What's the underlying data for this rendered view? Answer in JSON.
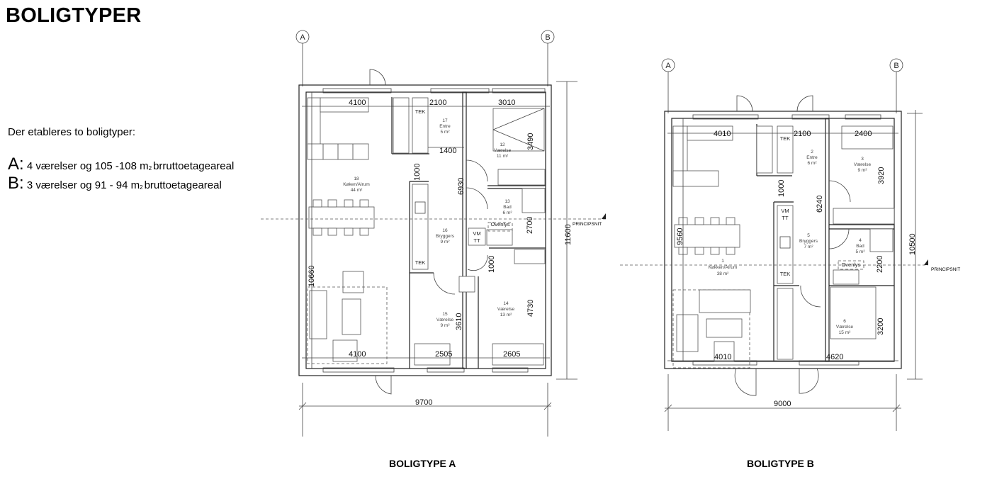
{
  "title": "BOLIGTYPER",
  "intro": "Der etableres to boligtyper:",
  "types": [
    {
      "letter": "A:",
      "text": "4 værelser og 105 -108 m",
      "sub": "2",
      "rest": "brruttoetageareal"
    },
    {
      "letter": "B:",
      "text": "3 værelser og 91 - 94 m",
      "sub": "2",
      "rest": "bruttoetageareal"
    }
  ],
  "plan_a": {
    "caption": "BOLIGTYPE A",
    "grid": [
      "A",
      "B"
    ],
    "section": "PRINCIPSNIT",
    "rooms": [
      {
        "num": "18",
        "name": "Køken/Alrum",
        "area": "44 m²"
      },
      {
        "num": "17",
        "name": "Entre",
        "area": "5 m²"
      },
      {
        "num": "12",
        "name": "Værelse",
        "area": "11 m²"
      },
      {
        "num": "13",
        "name": "Bad",
        "area": "6 m²"
      },
      {
        "num": "16",
        "name": "Bryggers",
        "area": "9 m²"
      },
      {
        "num": "15",
        "name": "Værelse",
        "area": "9 m²"
      },
      {
        "num": "14",
        "name": "Værelse",
        "area": "13 m²"
      }
    ],
    "labels": {
      "tek1": "TEK",
      "tek2": "TEK",
      "vm": "VM",
      "tt": "TT",
      "skylight": "Ovenlys"
    },
    "dims": {
      "top_kitchen": "4100",
      "top_entry": "2100",
      "top_room12": "3010",
      "entry_w": "1400",
      "room12_d": "3490",
      "door1": "1000",
      "corridor": "6930",
      "bath": "2700",
      "left": "10660",
      "door2": "1000",
      "room15_d": "3610",
      "room14_d": "4730",
      "bot_kitchen": "4100",
      "bot_room15": "2505",
      "bot_room14": "2605",
      "total_w": "9700",
      "total_h": "11600"
    }
  },
  "plan_b": {
    "caption": "BOLIGTYPE B",
    "grid": [
      "A",
      "B"
    ],
    "section": "PRINCIPSNIT",
    "rooms": [
      {
        "num": "1",
        "name": "Køkken/Alrum",
        "area": "38 m²"
      },
      {
        "num": "2",
        "name": "Entre",
        "area": "6 m²"
      },
      {
        "num": "3",
        "name": "Værelse",
        "area": "9 m²"
      },
      {
        "num": "4",
        "name": "Bad",
        "area": "5 m²"
      },
      {
        "num": "5",
        "name": "Bryggers",
        "area": "7 m²"
      },
      {
        "num": "6",
        "name": "Værelse",
        "area": "15 m²"
      }
    ],
    "labels": {
      "tek1": "TEK",
      "tek2": "TEK",
      "vm": "VM",
      "tt": "TT",
      "skylight": "Ovenlys"
    },
    "dims": {
      "top_kitchen": "4010",
      "top_entry": "2100",
      "top_room3": "2400",
      "door1": "1000",
      "corridor": "6240",
      "room3_d": "3920",
      "left": "9560",
      "bath": "2200",
      "room6_d": "3200",
      "bot_kitchen": "4010",
      "bot_room6": "4620",
      "total_w": "9000",
      "total_h": "10500"
    }
  }
}
